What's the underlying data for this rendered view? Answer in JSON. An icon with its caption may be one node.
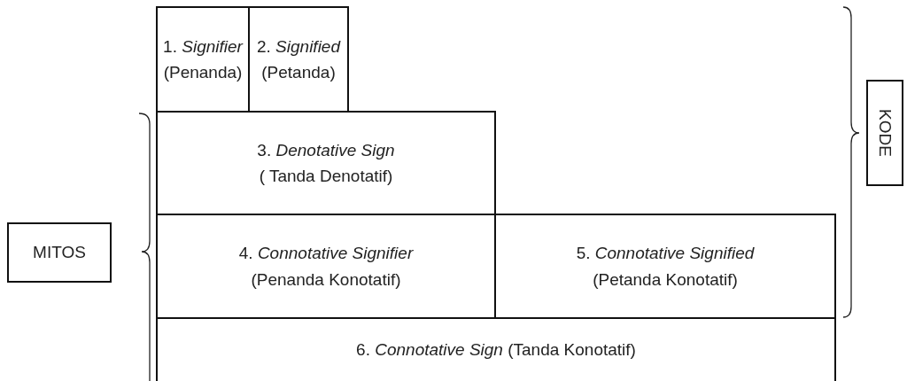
{
  "diagram": {
    "nodes": [
      {
        "text": [
          "1. *Signifier*",
          "(Penanda)"
        ]
      },
      {
        "text": [
          "2. *Signified*",
          "(Petanda)"
        ]
      },
      {
        "text": [
          "3. *Denotative Sign*",
          "( Tanda Denotatif)"
        ]
      },
      {
        "text": [
          "4. *Connotative Signifier*",
          "(Penanda Konotatif)"
        ]
      },
      {
        "text": [
          "5. *Connotative Signified*",
          "(Petanda Konotatif)"
        ]
      },
      {
        "text": [
          "6. *Connotative Sign* (Tanda Konotatif)"
        ]
      },
      {
        "text": [
          "MITOS"
        ]
      },
      {
        "text": [
          "KODE"
        ]
      }
    ],
    "edges": []
  }
}
